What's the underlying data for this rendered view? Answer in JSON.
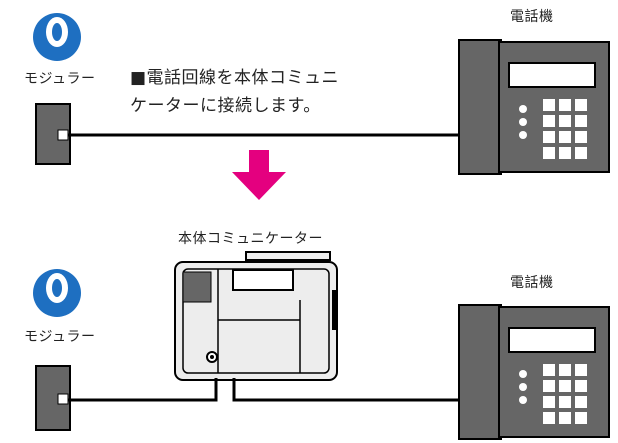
{
  "top": {
    "modular_label": "モジュラー",
    "phone_label": "電話機",
    "description_line1": "■電話回線を本体コミュニ",
    "description_line2": "ケーターに接続します。"
  },
  "bottom": {
    "communicator_label": "本体コミュニケーター",
    "modular_label": "モジュラー",
    "phone_label": "電話機"
  },
  "colors": {
    "ntt_logo": "#1e6fc1",
    "arrow": "#e4007f",
    "device_dark": "#666666",
    "device_light": "#ededed"
  },
  "icons": [
    "ntt-logo-icon",
    "modular-jack-icon",
    "telephone-icon",
    "down-arrow-icon",
    "communicator-device-icon"
  ]
}
